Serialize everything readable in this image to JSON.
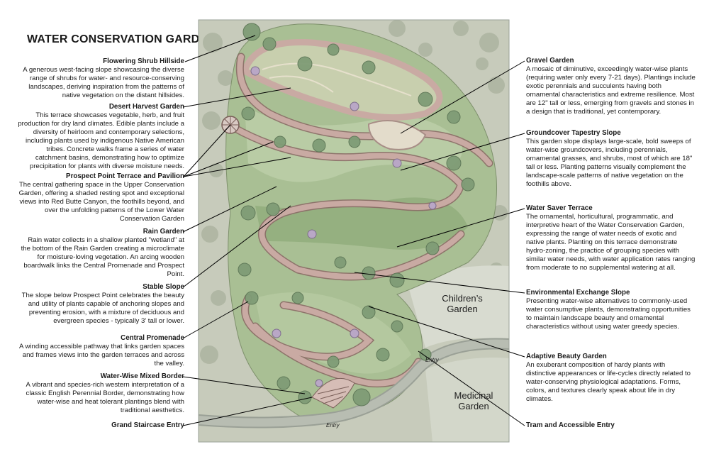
{
  "title": "WATER CONSERVATION GARDEN",
  "left_notes": [
    {
      "title": "Flowering Shrub Hillside",
      "text": "A generous west-facing slope showcasing the diverse range of shrubs for water- and resource-conserving landscapes, deriving inspiration from the patterns of native vegetation on the distant hillsides."
    },
    {
      "title": "Desert Harvest Garden",
      "text": "This terrace showcases vegetable, herb, and fruit production for dry land climates. Edible plants include a diversity of heirloom and contemporary selections, including plants used by indigenous Native American tribes. Concrete walks frame a series of water catchment basins, demonstrating how to optimize precipitation for plants with diverse moisture needs."
    },
    {
      "title": "Prospect Point Terrace and Pavilion",
      "text": "The central gathering space in the Upper Conservation Garden, offering a shaded resting spot and exceptional views into Red Butte Canyon, the foothills beyond, and over the unfolding patterns of the Lower Water Conservation Garden"
    },
    {
      "title": "Rain Garden",
      "text": "Rain water collects in a shallow planted \"wetland\" at the bottom of the Rain Garden creating a microclimate for moisture-loving vegetation. An arcing wooden boardwalk links the Central Promenade and Prospect Point."
    },
    {
      "title": "Stable Slope",
      "text": "The slope below Prospect Point celebrates the beauty and utility of plants capable of anchoring slopes and preventing erosion, with a mixture of deciduous and evergreen species - typically 3' tall or lower."
    },
    {
      "title": "Central Promenade",
      "text": "A winding accessible pathway that links garden spaces and frames views into the garden terraces and across the valley."
    },
    {
      "title": "Water-Wise Mixed Border",
      "text": "A vibrant and species-rich western interpretation of a classic English Perennial Border, demonstrating how water-wise and heat tolerant plantings blend with traditional aesthetics."
    },
    {
      "title": "Grand Staircase Entry",
      "text": ""
    }
  ],
  "right_notes": [
    {
      "title": "Gravel Garden",
      "text": "A mosaic of diminutive, exceedingly water-wise plants (requiring water only every 7-21 days). Plantings include exotic perennials and succulents having both ornamental characteristics and extreme resilience. Most are 12\" tall or less, emerging from gravels and stones in a design that is traditional, yet contemporary."
    },
    {
      "title": "Groundcover Tapestry Slope",
      "text": "This garden slope displays large-scale, bold sweeps of water-wise groundcovers, including perennials, ornamental grasses, and shrubs, most of which are 18\" tall or less. Planting patterns visually complement the landscape-scale patterns of native vegetation on the foothills above."
    },
    {
      "title": "Water Saver Terrace",
      "text": "The ornamental, horticultural, programmatic, and interpretive heart of the Water Conservation Garden, expressing the range of water needs of exotic and native plants. Planting on this terrace demonstrate hydro-zoning, the practice of grouping species with similar water needs, with water application rates ranging from moderate to no supplemental watering at all."
    },
    {
      "title": "Environmental Exchange Slope",
      "text": "Presenting water-wise alternatives to commonly-used water consumptive plants, demonstrating opportunities to maintain landscape beauty and ornamental characteristics without using water greedy species."
    },
    {
      "title": "Adaptive Beauty Garden",
      "text": "An exuberant composition of hardy plants with distinctive appearances or life-cycles directly related to water-conserving physiological adaptations. Forms, colors, and textures clearly speak about life in dry climates."
    },
    {
      "title": "Tram and Accessible Entry",
      "text": ""
    }
  ],
  "map_labels": {
    "childrens_line1": "Children’s",
    "childrens_line2": "Garden",
    "medicinal_line1": "Medicinal",
    "medicinal_line2": "Garden",
    "entry_bottom": "Entry",
    "entry_tram": "Entry"
  },
  "colors": {
    "background_hillside": "#c9cdbc",
    "garden_green": "#9fb78a",
    "path": "#c9aaa3",
    "path_edge": "#8a6c66",
    "tree": "#7d9a74",
    "leader_line": "#000000"
  }
}
